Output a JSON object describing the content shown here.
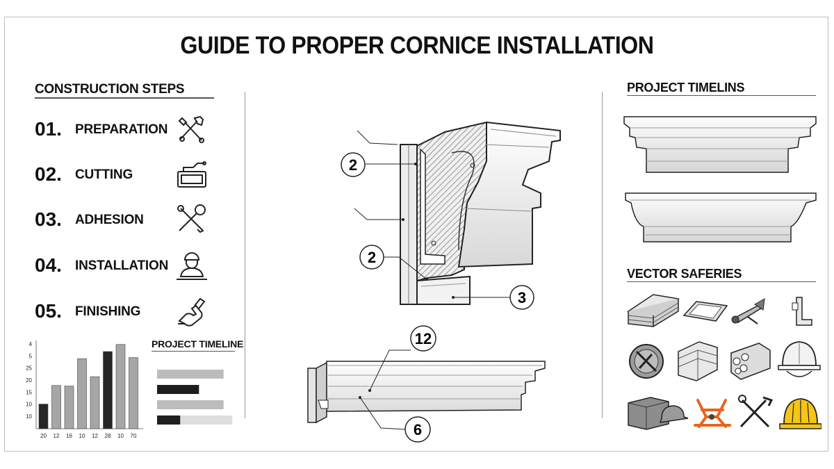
{
  "title": "GUIDE TO PROPER CORNICE INSTALLATION",
  "construction": {
    "heading": "CONSTRUCTION STEPS",
    "steps": [
      {
        "num": "01.",
        "label": "PREPARATION",
        "icon": "tools-icon"
      },
      {
        "num": "02.",
        "label": "CUTTING",
        "icon": "cutter-icon"
      },
      {
        "num": "03.",
        "label": "ADHESION",
        "icon": "scissors-icon"
      },
      {
        "num": "04.",
        "label": "INSTALLATION",
        "icon": "worker-icon"
      },
      {
        "num": "05.",
        "label": "FINISHING",
        "icon": "hand-tool-icon"
      }
    ]
  },
  "chart_data": {
    "type": "bar",
    "categories": [
      "20",
      "12",
      "16",
      "10",
      "12",
      "28",
      "10",
      "70"
    ],
    "values": [
      4.5,
      7.9,
      7.8,
      12.8,
      9.5,
      14.1,
      15.4,
      13.0
    ],
    "highlight": [
      0,
      5
    ],
    "ytick_labels": [
      "4",
      "5",
      "25",
      "20",
      "15",
      "10",
      "10"
    ],
    "colors": {
      "bar": "#a6a6a6",
      "highlight": "#262626"
    }
  },
  "timeline_mini": {
    "heading": "PROJECT TIMELINE",
    "bars": [
      {
        "dark": 0,
        "light": 0.92
      },
      {
        "dark": 0.58,
        "light": 0
      },
      {
        "dark": 0,
        "light": 0.92
      },
      {
        "dark": 0.32,
        "light": 0.72
      }
    ]
  },
  "diagram": {
    "callouts": {
      "top_upper": "2",
      "top_lower": "2",
      "top_right": "3",
      "bottom_upper": "12",
      "bottom_lower": "6"
    }
  },
  "right": {
    "timeline_heading": "PROJECT TIMELINS",
    "safety_heading": "VECTOR SAFERIES",
    "safety_icons": [
      "tile-stack-icon",
      "panel-icon",
      "wrench-icon",
      "bracket-icon",
      "no-entry-icon",
      "bundle-icon",
      "pipe-bundle-icon",
      "hard-hat-outline-icon",
      "block-and-cap-icon",
      "safety-harness-icon",
      "crossed-tools-icon",
      "hard-hat-yellow-icon"
    ]
  }
}
